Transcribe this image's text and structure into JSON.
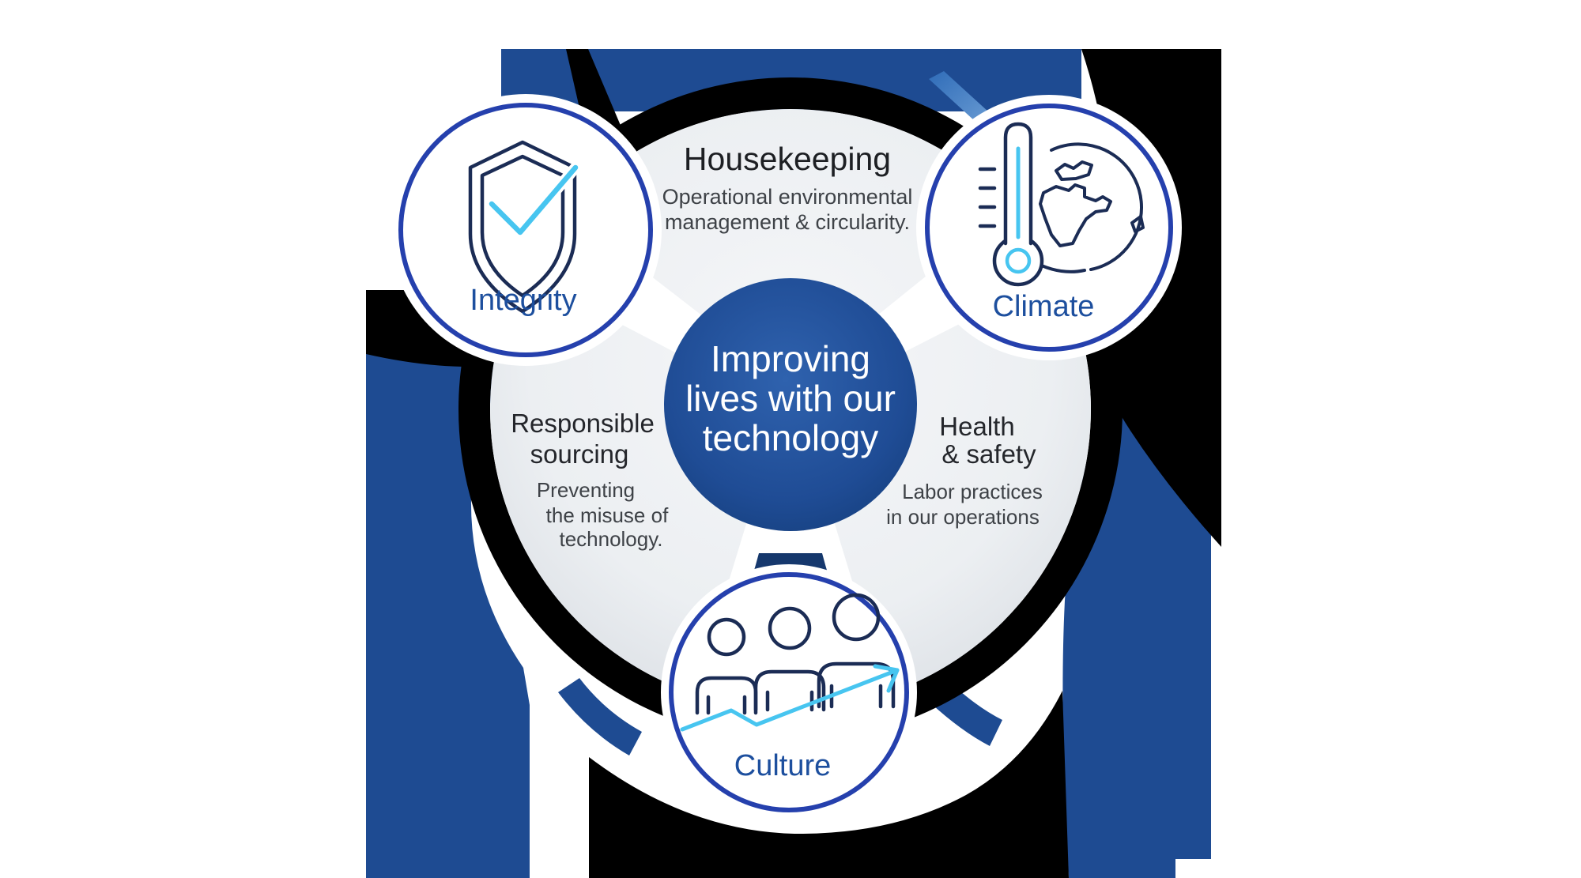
{
  "diagram": {
    "center": {
      "line1": "Improving",
      "line2": "lives with our",
      "line3": "technology"
    },
    "segments": {
      "housekeeping": {
        "title": "Housekeeping",
        "body_line1": "Operational environmental",
        "body_line2": "management & circularity."
      },
      "responsible_sourcing": {
        "title_line1": "Responsible",
        "title_line2": "sourcing",
        "body_line1": "Preventing",
        "body_line2": "the misuse of",
        "body_line3": "technology."
      },
      "health_safety": {
        "title_line1": "Health",
        "title_line2": "& safety",
        "body_line1": "Labor practices",
        "body_line2": "in our operations"
      }
    },
    "nodes": {
      "integrity": {
        "label": "Integrity",
        "icon": "shield-check-icon"
      },
      "climate": {
        "label": "Climate",
        "icon": "thermometer-globe-icon"
      },
      "culture": {
        "label": "Culture",
        "icon": "people-growth-arrow-icon"
      }
    },
    "colors": {
      "background": "#ffffff",
      "accent_blue": "#1e4b92",
      "node_border_blue": "#2540ad",
      "label_blue": "#1d4f9e",
      "icon_navy": "#1b2c55",
      "icon_cyan": "#47c5f0",
      "grey_circle": "#e8ebee",
      "center_gradient_inner": "#2f62ae",
      "center_gradient_outer": "#16407f",
      "shadow_black": "#000000"
    }
  }
}
